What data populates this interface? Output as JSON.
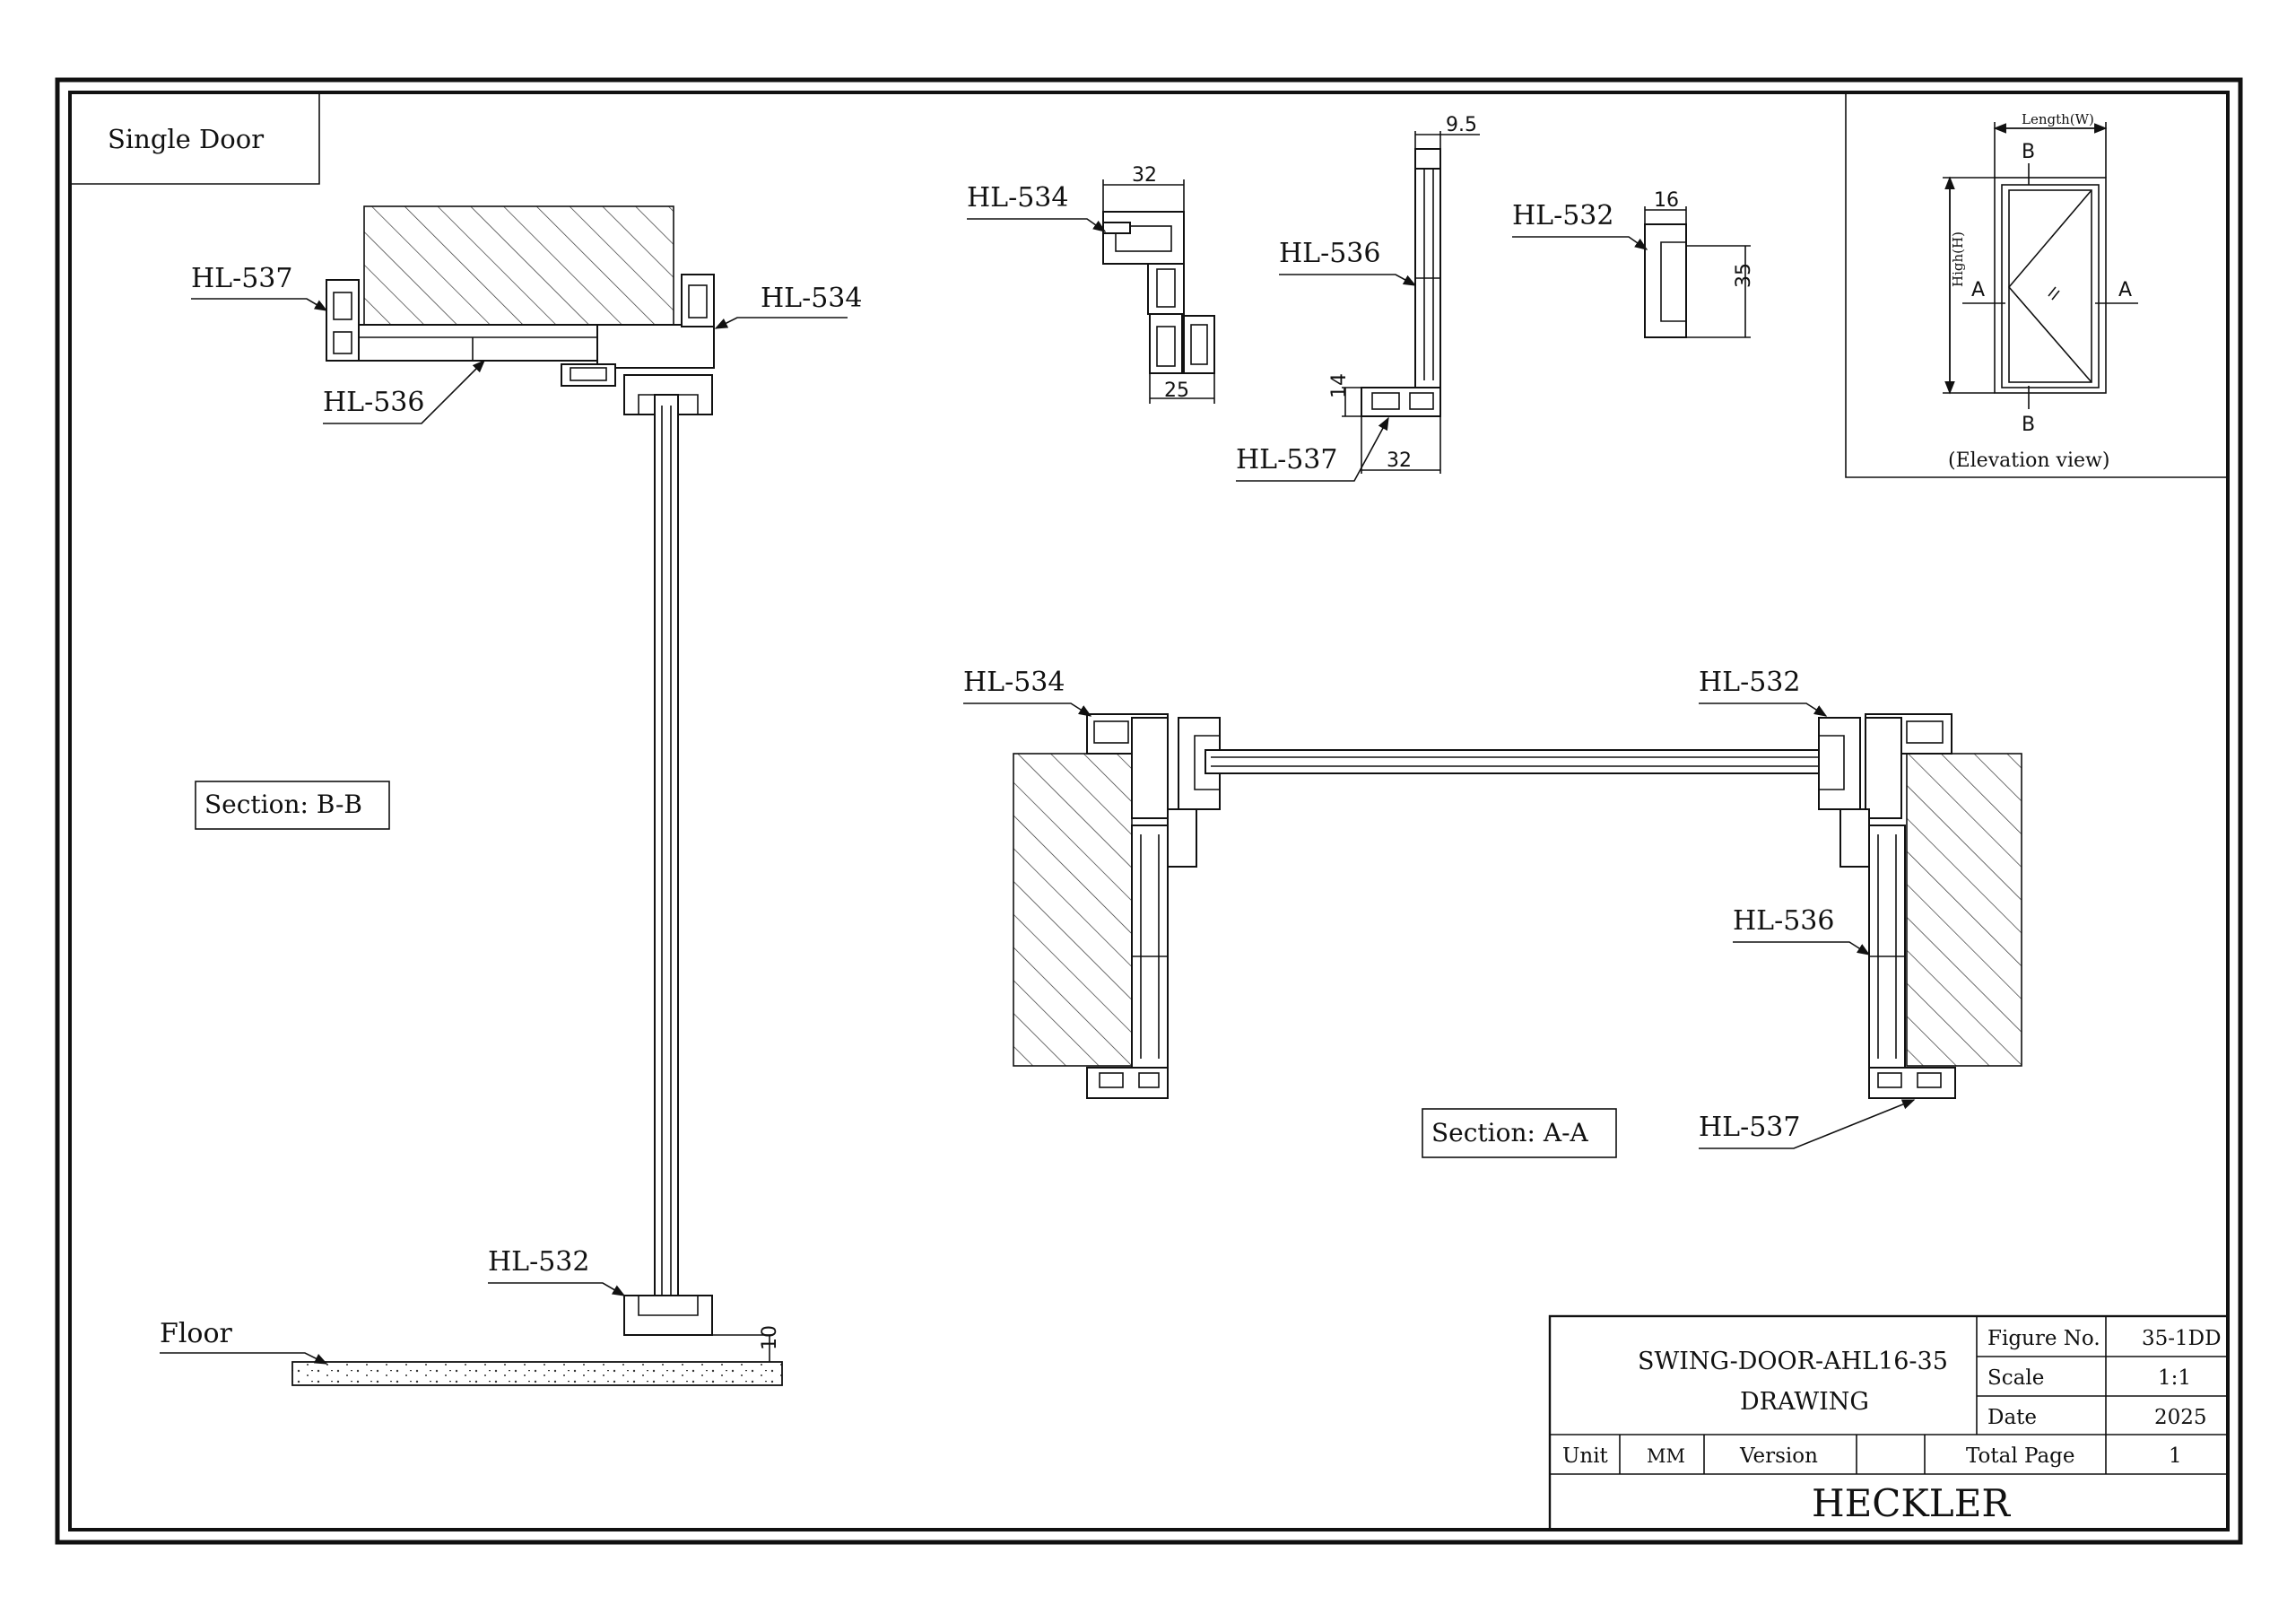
{
  "header": {
    "title": "Single Door"
  },
  "sections": {
    "bb": "Section: B-B",
    "aa": "Section: A-A"
  },
  "labels": {
    "floor": "Floor",
    "hl532": "HL-532",
    "hl534": "HL-534",
    "hl536": "HL-536",
    "hl537": "HL-537"
  },
  "dimensions": {
    "d32": "32",
    "d25": "25",
    "d9_5": "9.5",
    "d14": "14",
    "d16": "16",
    "d35": "35",
    "d10": "10"
  },
  "elevation": {
    "caption": "(Elevation view)",
    "length": "Length(W)",
    "high": "High(H)",
    "a": "A",
    "b": "B"
  },
  "title_block": {
    "drawing_line1": "SWING-DOOR-AHL16-35",
    "drawing_line2": "DRAWING",
    "figure_label": "Figure No.",
    "figure_value": "35-1DD",
    "scale_label": "Scale",
    "scale_value": "1:1",
    "date_label": "Date",
    "date_value": "2025",
    "unit_label": "Unit",
    "unit_value": "MM",
    "version_label": "Version",
    "version_value": "",
    "total_label": "Total Page",
    "total_value": "1",
    "company": "HECKLER"
  }
}
